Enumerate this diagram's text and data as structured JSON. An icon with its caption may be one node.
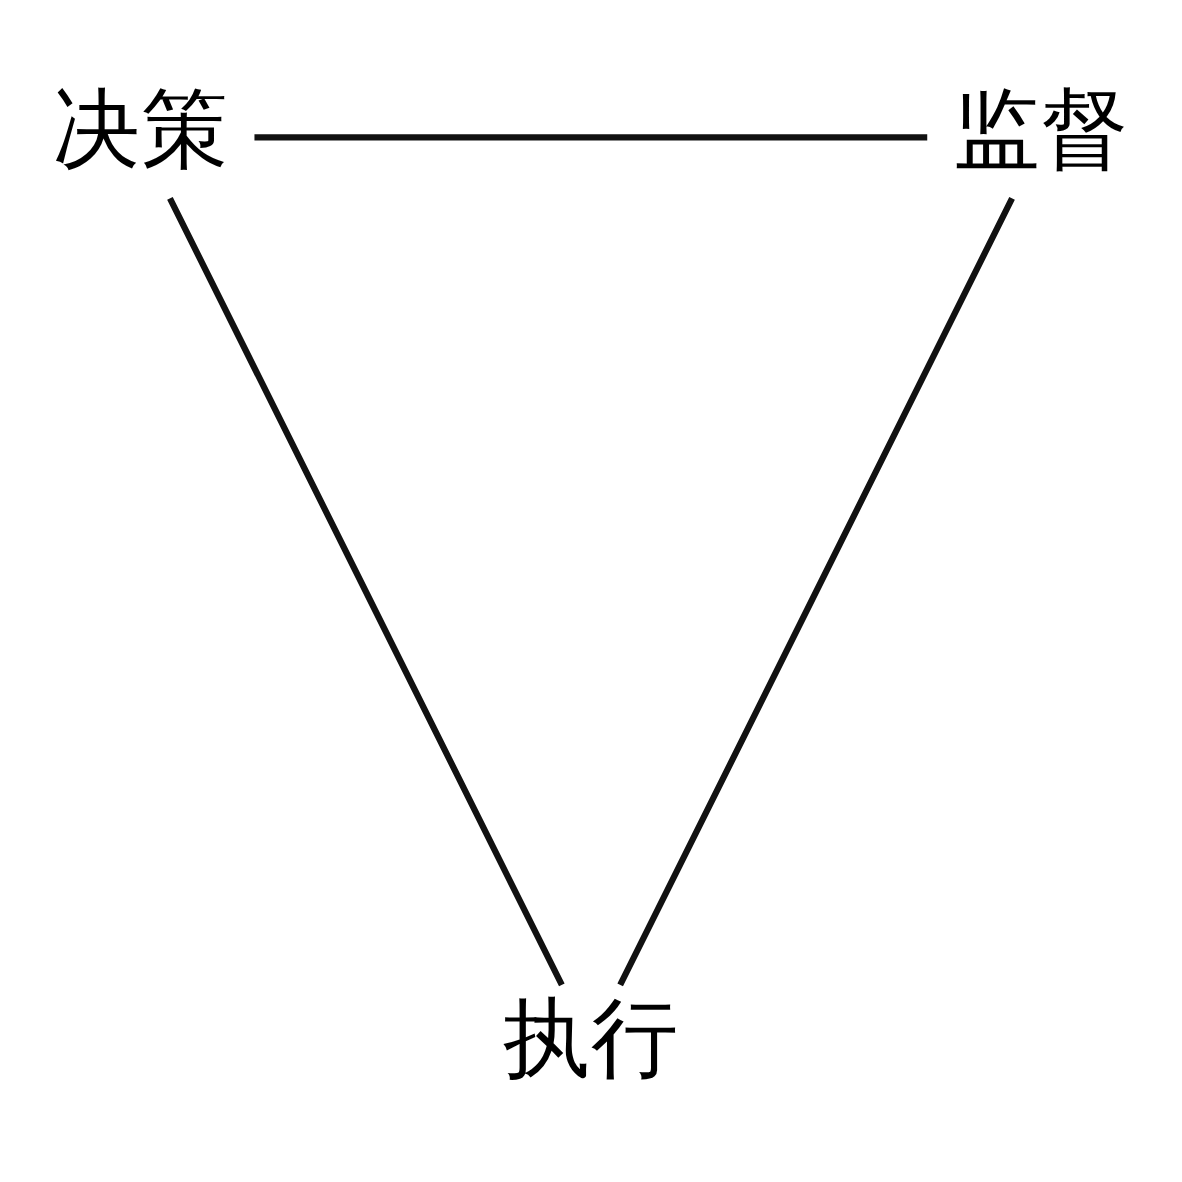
{
  "diagram": {
    "nodes": [
      {
        "text": [
          "决策"
        ]
      },
      {
        "text": [
          "监督"
        ]
      },
      {
        "text": [
          "执行"
        ]
      }
    ],
    "edges": [
      {
        "from": 0,
        "to": 1,
        "arrow": "none"
      },
      {
        "from": 0,
        "to": 2,
        "arrow": "none"
      },
      {
        "from": 1,
        "to": 2,
        "arrow": "none"
      }
    ]
  }
}
